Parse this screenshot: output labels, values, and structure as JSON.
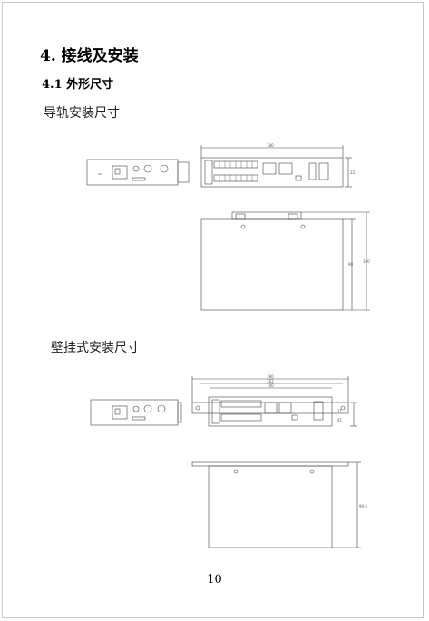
{
  "heading": "4.  接线及安装",
  "subheading": "4.1 外形尺寸",
  "rail_caption": "导轨安装尺寸",
  "wall_caption": "壁挂式安装尺寸",
  "page_number": "10",
  "drawing1": {
    "top_width": "180",
    "top_height": "33",
    "side_h1": "90",
    "side_h2": "100"
  },
  "drawing2": {
    "w_outer": "180",
    "w_mid": "162",
    "w_inner": "140",
    "h_a": "31",
    "h_b": "41",
    "side_h": "90.5"
  }
}
